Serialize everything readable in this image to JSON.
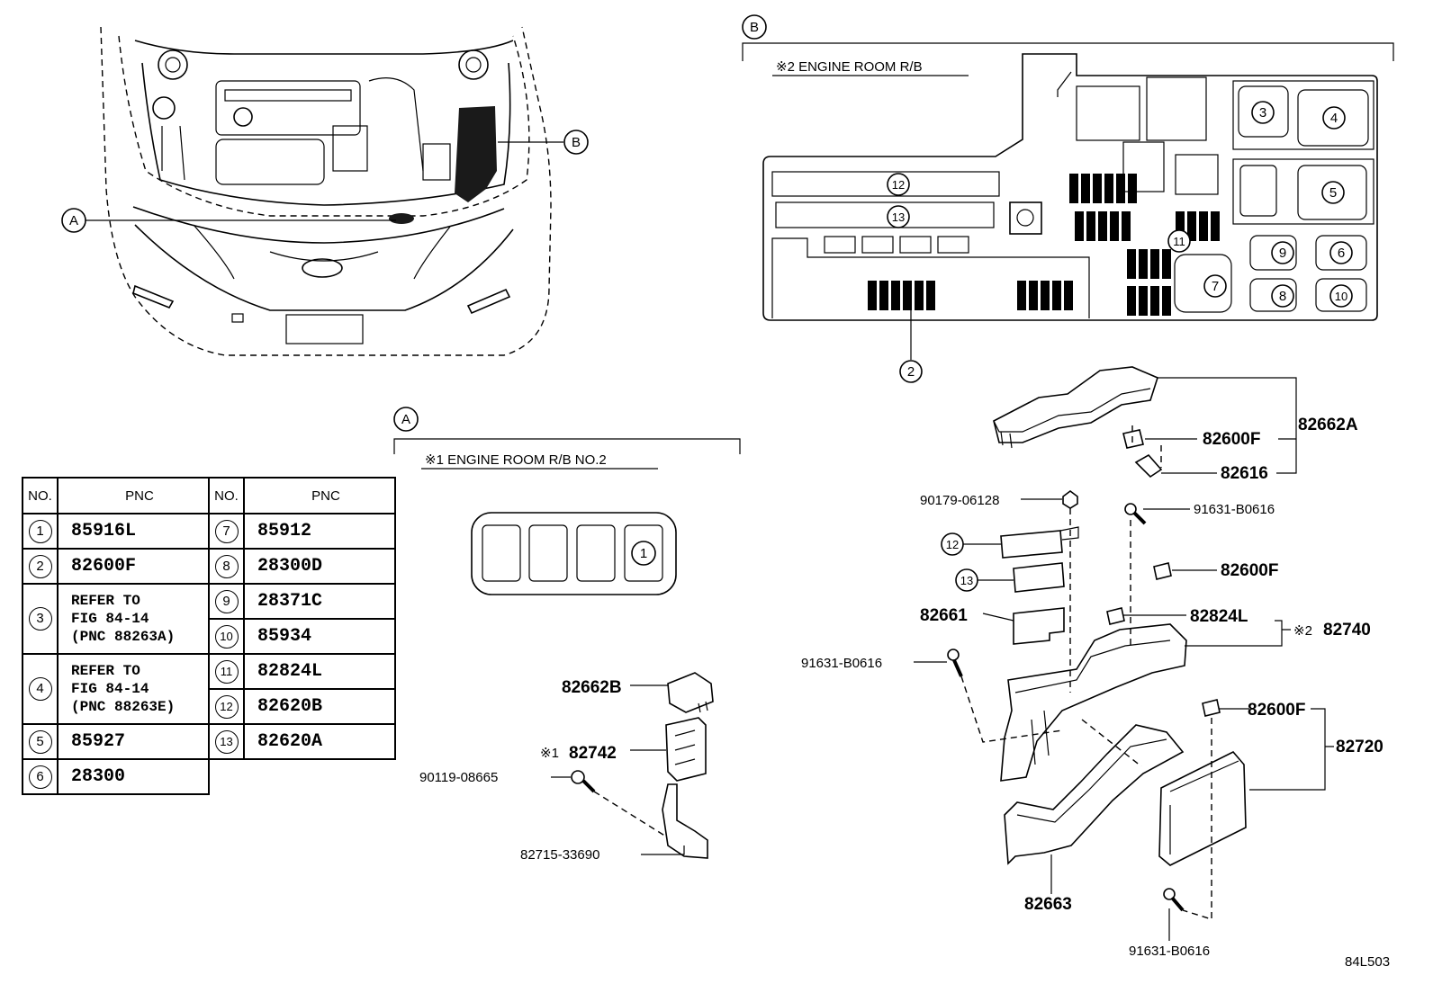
{
  "figure_code": "84L503",
  "callouts": {
    "a": "A",
    "b": "B"
  },
  "section_a": {
    "title": "※1 ENGINE ROOM R/B NO.2",
    "marker": "A"
  },
  "section_b": {
    "title": "※2 ENGINE ROOM R/B",
    "marker": "B"
  },
  "table": {
    "headers": {
      "no": "NO.",
      "pnc": "PNC"
    },
    "left_rows": [
      {
        "no": "1",
        "pnc": "85916L"
      },
      {
        "no": "2",
        "pnc": "82600F"
      },
      {
        "no": "3",
        "pnc": "REFER TO\nFIG 84-14\n(PNC 88263A)"
      },
      {
        "no": "4",
        "pnc": "REFER TO\nFIG 84-14\n(PNC 88263E)"
      },
      {
        "no": "5",
        "pnc": "85927"
      },
      {
        "no": "6",
        "pnc": "28300"
      }
    ],
    "right_rows": [
      {
        "no": "7",
        "pnc": "85912"
      },
      {
        "no": "8",
        "pnc": "28300D"
      },
      {
        "no": "9",
        "pnc": "28371C"
      },
      {
        "no": "10",
        "pnc": "85934"
      },
      {
        "no": "11",
        "pnc": "82824L"
      },
      {
        "no": "12",
        "pnc": "82620B"
      },
      {
        "no": "13",
        "pnc": "82620A"
      }
    ]
  },
  "rb_numbers": [
    "12",
    "13",
    "3",
    "4",
    "5",
    "11",
    "9",
    "6",
    "7",
    "8",
    "10",
    "2"
  ],
  "rb2_number": "1",
  "labels_a": {
    "cover": "82662B",
    "box_mark": "※1",
    "box": "82742",
    "bolt": "90119-08665",
    "bracket": "82715-33690"
  },
  "labels_b": {
    "nut": "90179-06128",
    "cover_clip1": "82600F",
    "cover_assy": "82662A",
    "cover_clip2": "82616",
    "bolt_top": "91631-B0616",
    "clip_mid": "82600F",
    "circ12": "12",
    "circ13": "13",
    "plate": "82661",
    "relay_clip": "82824L",
    "box_mark": "※2",
    "box": "82740",
    "bolt_left": "91631-B0616",
    "clip_low": "82600F",
    "lower_case_assy": "82720",
    "lower_case": "82663",
    "bolt_bottom": "91631-B0616"
  }
}
